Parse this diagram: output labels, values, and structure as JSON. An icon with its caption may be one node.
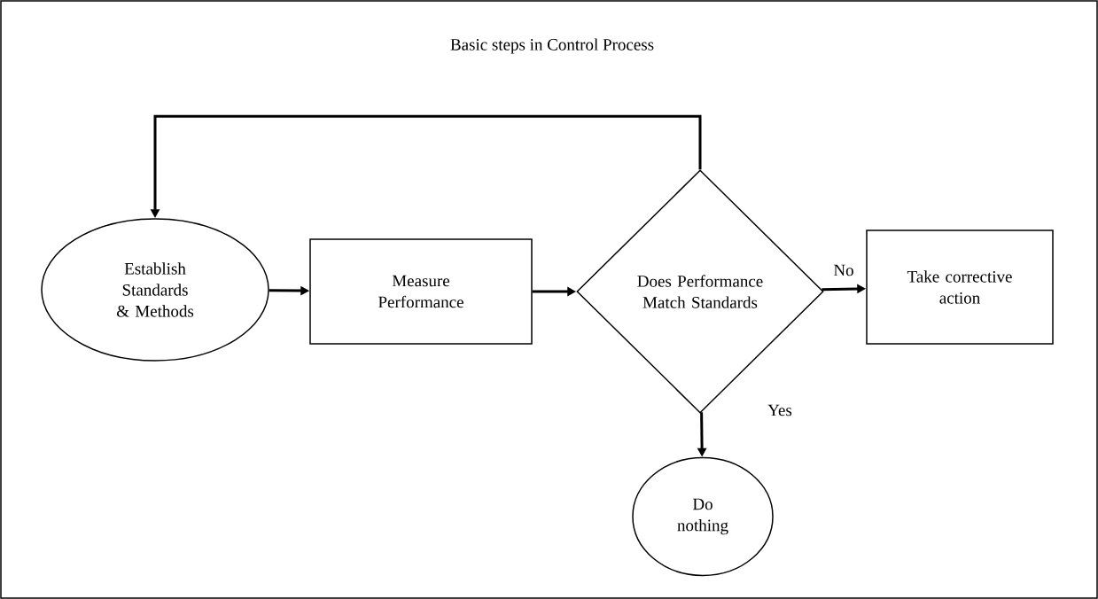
{
  "diagram": {
    "title": "Basic steps in Control Process",
    "nodes": [
      {
        "text": [
          "Establish Standards & Methods"
        ]
      },
      {
        "text": [
          "Measure Performance"
        ]
      },
      {
        "text": [
          "Does Performance Match Standards"
        ]
      },
      {
        "text": [
          "Take corrective action"
        ]
      },
      {
        "text": [
          "Do nothing"
        ]
      }
    ],
    "edges": [
      {
        "from": 0,
        "to": 1,
        "arrow": "to"
      },
      {
        "from": 1,
        "to": 2,
        "arrow": "to"
      },
      {
        "from": 2,
        "to": 3,
        "arrow": "to",
        "label": "No"
      },
      {
        "from": 2,
        "to": 4,
        "arrow": "to",
        "label": "Yes"
      },
      {
        "from": 2,
        "to": 0,
        "arrow": "to"
      }
    ]
  }
}
